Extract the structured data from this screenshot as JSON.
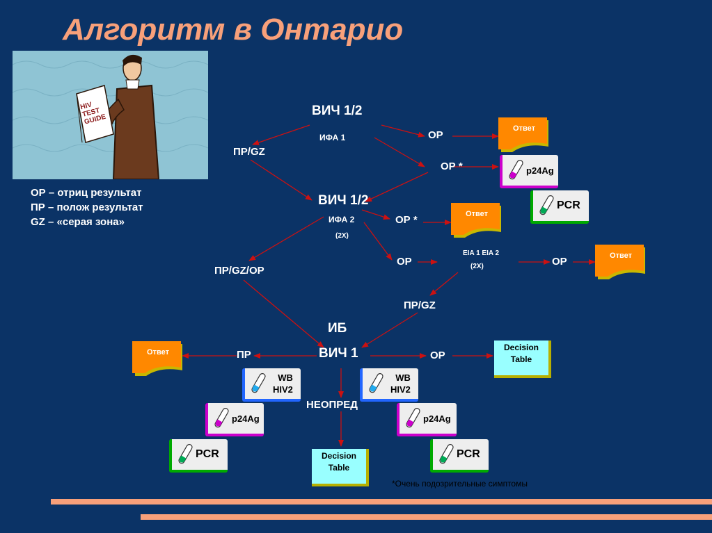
{
  "title": "Алгоритм в Онтарио",
  "legend": [
    "ОР – отриц результат",
    "ПР – полож  результат",
    "GZ – «серая зона»"
  ],
  "nodes": {
    "hiv12_top": "ВИЧ 1/2",
    "ifa1": "ИФА 1",
    "op1": "ОР",
    "op_star1": "ОР *",
    "pr_gz1": "ПР/GZ",
    "hiv12_mid": "ВИЧ 1/2",
    "ifa2": "ИФА 2",
    "x2a": "(2X)",
    "op_star2": "ОР *",
    "op2": "ОР",
    "eia": "EIA 1 EIA 2",
    "x2b": "(2X)",
    "op3": "ОР",
    "pr_gz_op": "ПР/GZ/ОР",
    "pr_gz2": "ПР/GZ",
    "ib": "ИБ",
    "hiv1": "ВИЧ 1",
    "pr": "ПР",
    "op4": "ОР",
    "neopred": "НЕОПРЕД"
  },
  "answer_label": "Ответ",
  "p24_label": "p24Ag",
  "pcr_label": "PCR",
  "wb_label": [
    "WB",
    "HIV2"
  ],
  "decision_table": [
    "Decision",
    "Table"
  ],
  "illustration_text": [
    "HIV",
    "TEST",
    "GUIDE"
  ],
  "footnote": "*Очень подозрительные симптомы",
  "colors": {
    "background": "#0b3366",
    "title": "#f8a07a",
    "arrow": "#cc1111",
    "answer": "#ff8800",
    "decision": "#99ffff"
  }
}
